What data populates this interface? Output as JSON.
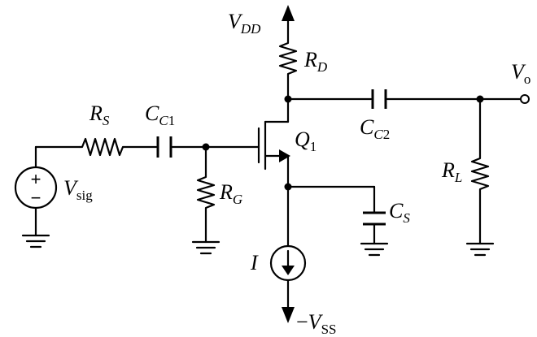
{
  "labels": {
    "vdd": {
      "main": "V",
      "sub": "DD"
    },
    "rd": {
      "main": "R",
      "sub": "D"
    },
    "vo": {
      "main": "V",
      "sub": "o"
    },
    "rs": {
      "main": "R",
      "sub": "S"
    },
    "cc1": {
      "main": "C",
      "sub_i": "C",
      "sub_n": "1"
    },
    "q1": {
      "main": "Q",
      "sub": "1"
    },
    "cc2": {
      "main": "C",
      "sub_i": "C",
      "sub_n": "2"
    },
    "vsig": {
      "main": "V",
      "sub": "sig"
    },
    "rg": {
      "main": "R",
      "sub": "G"
    },
    "cs": {
      "main": "C",
      "sub": "S"
    },
    "rl": {
      "main": "R",
      "sub": "L"
    },
    "i": {
      "main": "I"
    },
    "vss": {
      "minus": "−",
      "main": "V",
      "sub": "SS"
    }
  },
  "source_polarity": {
    "plus": "+",
    "minus": "−"
  }
}
